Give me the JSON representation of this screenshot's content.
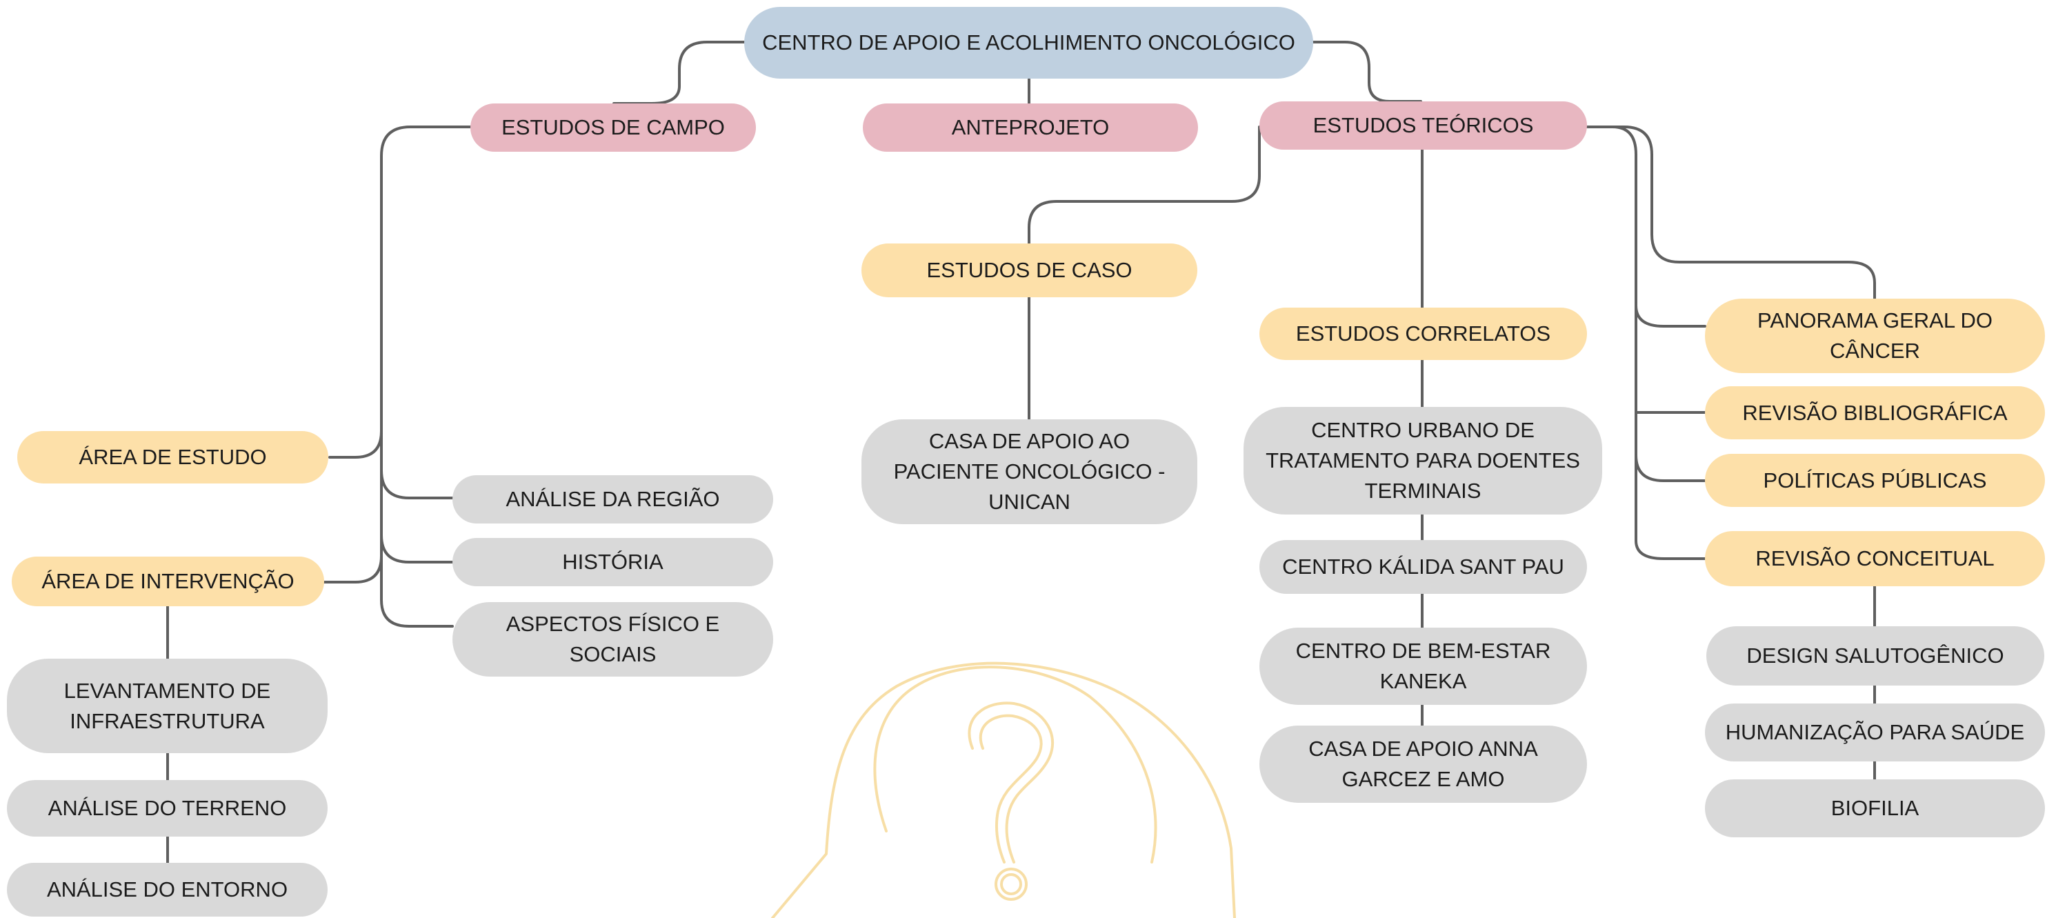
{
  "root": {
    "label": "CENTRO DE APOIO E ACOLHIMENTO ONCOLÓGICO"
  },
  "level1": {
    "campo": "ESTUDOS DE CAMPO",
    "anteprojeto": "ANTEPROJETO",
    "teoricos": "ESTUDOS TEÓRICOS"
  },
  "campo": {
    "area_estudo": "ÁREA DE ESTUDO",
    "area_intervencao": "ÁREA DE INTERVENÇÃO",
    "analise_regiao": "ANÁLISE DA REGIÃO",
    "historia": "HISTÓRIA",
    "aspectos": "ASPECTOS FÍSICO E\nSOCIAIS",
    "levantamento": "LEVANTAMENTO DE\nINFRAESTRUTURA",
    "terreno": "ANÁLISE DO TERRENO",
    "entorno": "ANÁLISE DO ENTORNO"
  },
  "caso": {
    "estudos_caso": "ESTUDOS DE CASO",
    "unican": "CASA DE APOIO AO\nPACIENTE ONCOLÓGICO -\nUNICAN"
  },
  "correlatos": {
    "title": "ESTUDOS CORRELATOS",
    "items": [
      "CENTRO URBANO DE\nTRATAMENTO PARA DOENTES\nTERMINAIS",
      "CENTRO KÁLIDA SANT PAU",
      "CENTRO DE BEM-ESTAR\nKANEKA",
      "CASA DE APOIO ANNA\nGARCEZ E AMO"
    ]
  },
  "teoricos": {
    "panorama": "PANORAMA GERAL DO\nCÂNCER",
    "revisao_bib": "REVISÃO BIBLIOGRÁFICA",
    "politicas": "POLÍTICAS PÚBLICAS",
    "revisao_conc": "REVISÃO CONCEITUAL",
    "conceitual_items": [
      "DESIGN SALUTOGÊNICO",
      "HUMANIZAÇÃO PARA SAÚDE",
      "BIOFILIA"
    ]
  },
  "colors": {
    "root": "#bfd0e0",
    "level1": "#e8b7c1",
    "level2": "#fde0a9",
    "leaf": "#d9d9d9",
    "connector": "#5f5f5f",
    "decoration": "#f7dea6"
  },
  "icons": {
    "decoration": "head-question-mark-icon"
  }
}
